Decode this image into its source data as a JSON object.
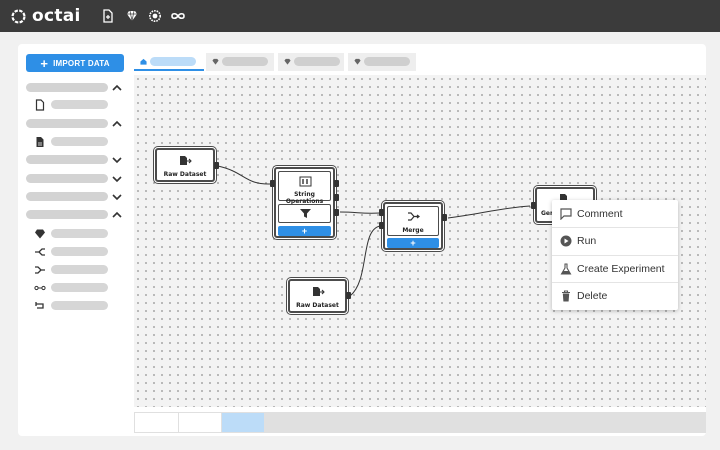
{
  "app": {
    "brand": "octai",
    "accent": "#2e8fe6",
    "topbar_bg": "#3b3b3b"
  },
  "topbar": {
    "icons": [
      "logo-icon",
      "import-file-icon",
      "gem-icon",
      "settings-icon",
      "infinity-icon"
    ]
  },
  "sidebar": {
    "import_label": "IMPORT DATA",
    "sections": [
      {
        "expanded": true,
        "children": [
          "file-icon"
        ]
      },
      {
        "expanded": true,
        "children": [
          "document-icon"
        ]
      },
      {
        "expanded": false
      },
      {
        "expanded": false
      },
      {
        "expanded": false
      },
      {
        "expanded": true,
        "children": [
          "gem-icon",
          "split-icon",
          "merge-icon",
          "chain-icon",
          "loop-icon"
        ]
      }
    ]
  },
  "tabs": [
    {
      "icon": "home-icon",
      "active": true
    },
    {
      "icon": "gem-icon",
      "active": false
    },
    {
      "icon": "gem-icon",
      "active": false
    },
    {
      "icon": "gem-icon",
      "active": false
    }
  ],
  "nodes": {
    "raw_dataset_1": "Raw Dataset",
    "string_operations": "String Operations",
    "merge": "Merge",
    "raw_dataset_2": "Raw Dataset",
    "generate": "Gen",
    "add_symbol": "+"
  },
  "context_menu": {
    "comment": "Comment",
    "run": "Run",
    "create_experiment": "Create Experiment",
    "delete": "Delete"
  }
}
